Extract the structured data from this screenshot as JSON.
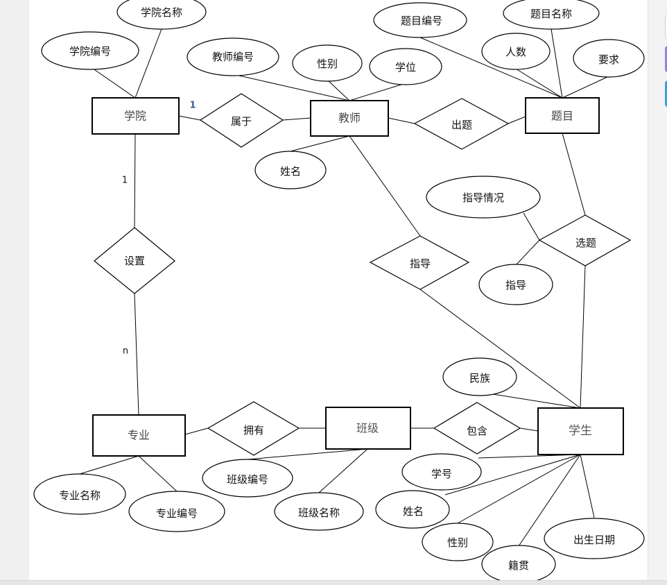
{
  "diagram": {
    "entities": [
      {
        "id": "college",
        "label": "学院"
      },
      {
        "id": "teacher",
        "label": "教师"
      },
      {
        "id": "topic",
        "label": "题目"
      },
      {
        "id": "major",
        "label": "专业"
      },
      {
        "id": "class",
        "label": "班级"
      },
      {
        "id": "student",
        "label": "学生"
      }
    ],
    "relationships": [
      {
        "id": "belong",
        "label": "属于"
      },
      {
        "id": "assign",
        "label": "出题"
      },
      {
        "id": "setup",
        "label": "设置"
      },
      {
        "id": "guide",
        "label": "指导"
      },
      {
        "id": "select",
        "label": "选题"
      },
      {
        "id": "own",
        "label": "拥有"
      },
      {
        "id": "contain",
        "label": "包含"
      }
    ],
    "attributes": [
      {
        "id": "college-name",
        "label": "学院名称"
      },
      {
        "id": "college-no",
        "label": "学院编号"
      },
      {
        "id": "teacher-no",
        "label": "教师编号"
      },
      {
        "id": "teacher-gender",
        "label": "性别"
      },
      {
        "id": "teacher-degree",
        "label": "学位"
      },
      {
        "id": "teacher-name",
        "label": "姓名"
      },
      {
        "id": "topic-no",
        "label": "题目编号"
      },
      {
        "id": "topic-name",
        "label": "题目名称"
      },
      {
        "id": "topic-count",
        "label": "人数"
      },
      {
        "id": "topic-req",
        "label": "要求"
      },
      {
        "id": "guide-status",
        "label": "指导情况"
      },
      {
        "id": "guide-attr",
        "label": "指导"
      },
      {
        "id": "ethnicity",
        "label": "民族"
      },
      {
        "id": "major-name",
        "label": "专业名称"
      },
      {
        "id": "major-no",
        "label": "专业编号"
      },
      {
        "id": "class-no",
        "label": "班级编号"
      },
      {
        "id": "class-name",
        "label": "班级名称"
      },
      {
        "id": "student-no",
        "label": "学号"
      },
      {
        "id": "student-name",
        "label": "姓名"
      },
      {
        "id": "student-gender",
        "label": "性别"
      },
      {
        "id": "native-place",
        "label": "籍贯"
      },
      {
        "id": "birth-date",
        "label": "出生日期"
      }
    ],
    "cardinalities": [
      {
        "id": "belong-1",
        "label": "1"
      },
      {
        "id": "setup-1",
        "label": "1"
      },
      {
        "id": "setup-n",
        "label": "n"
      }
    ]
  }
}
